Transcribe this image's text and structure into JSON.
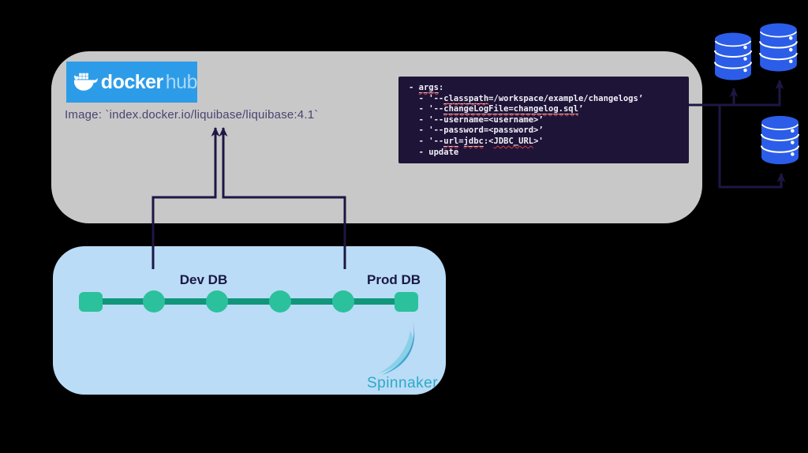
{
  "colors": {
    "background": "#000000",
    "panel_gray": "#c8c8c8",
    "panel_blue": "#badcf6",
    "code_background": "#1e1438",
    "code_text": "#f2f0f7",
    "spellcheck_red": "#cf4040",
    "connector_navy": "#1d1745",
    "database_blue": "#2b5de8",
    "pipeline_line_green": "#11967b",
    "pipeline_node_green": "#2bc19c",
    "docker_blue": "#2d9ce8",
    "docker_hub_text": "#a9d8f7",
    "image_text_navy": "#4a4470",
    "spinnaker_teal": "#2ea9c9"
  },
  "dockerhub_panel": {
    "logo": {
      "docker": "docker",
      "hub": "hub"
    },
    "image_label": "Image: `index.docker.io/liquibase/liquibase:4.1`"
  },
  "code_block": {
    "lines": [
      [
        {
          "t": "- ",
          "s": null
        },
        {
          "t": "args",
          "s": "u"
        },
        {
          "t": ":",
          "s": null
        }
      ],
      [
        {
          "t": "  - '--",
          "s": null
        },
        {
          "t": "classpath",
          "s": "u"
        },
        {
          "t": "=/workspace/example/changelogs’",
          "s": null
        }
      ],
      [
        {
          "t": "  - '--",
          "s": null
        },
        {
          "t": "changeLogFile=changelog.sql",
          "s": "u"
        },
        {
          "t": "’",
          "s": null
        }
      ],
      [
        {
          "t": "  - '--username=<username>’",
          "s": null
        }
      ],
      [
        {
          "t": "  - '--password=<password>’",
          "s": null
        }
      ],
      [
        {
          "t": "  - '--",
          "s": null
        },
        {
          "t": "url",
          "s": "u"
        },
        {
          "t": "=",
          "s": null
        },
        {
          "t": "jdbc",
          "s": "u"
        },
        {
          "t": ":<",
          "s": null
        },
        {
          "t": "JDBC_URL",
          "s": "w"
        },
        {
          "t": ">'",
          "s": null
        }
      ],
      [
        {
          "t": "  - update",
          "s": null
        }
      ]
    ]
  },
  "spinnaker_panel": {
    "dev_label": "Dev DB",
    "prod_label": "Prod DB",
    "spinnaker_label": "Spinnaker",
    "stage_count": 6
  },
  "databases": {
    "count": 3
  }
}
